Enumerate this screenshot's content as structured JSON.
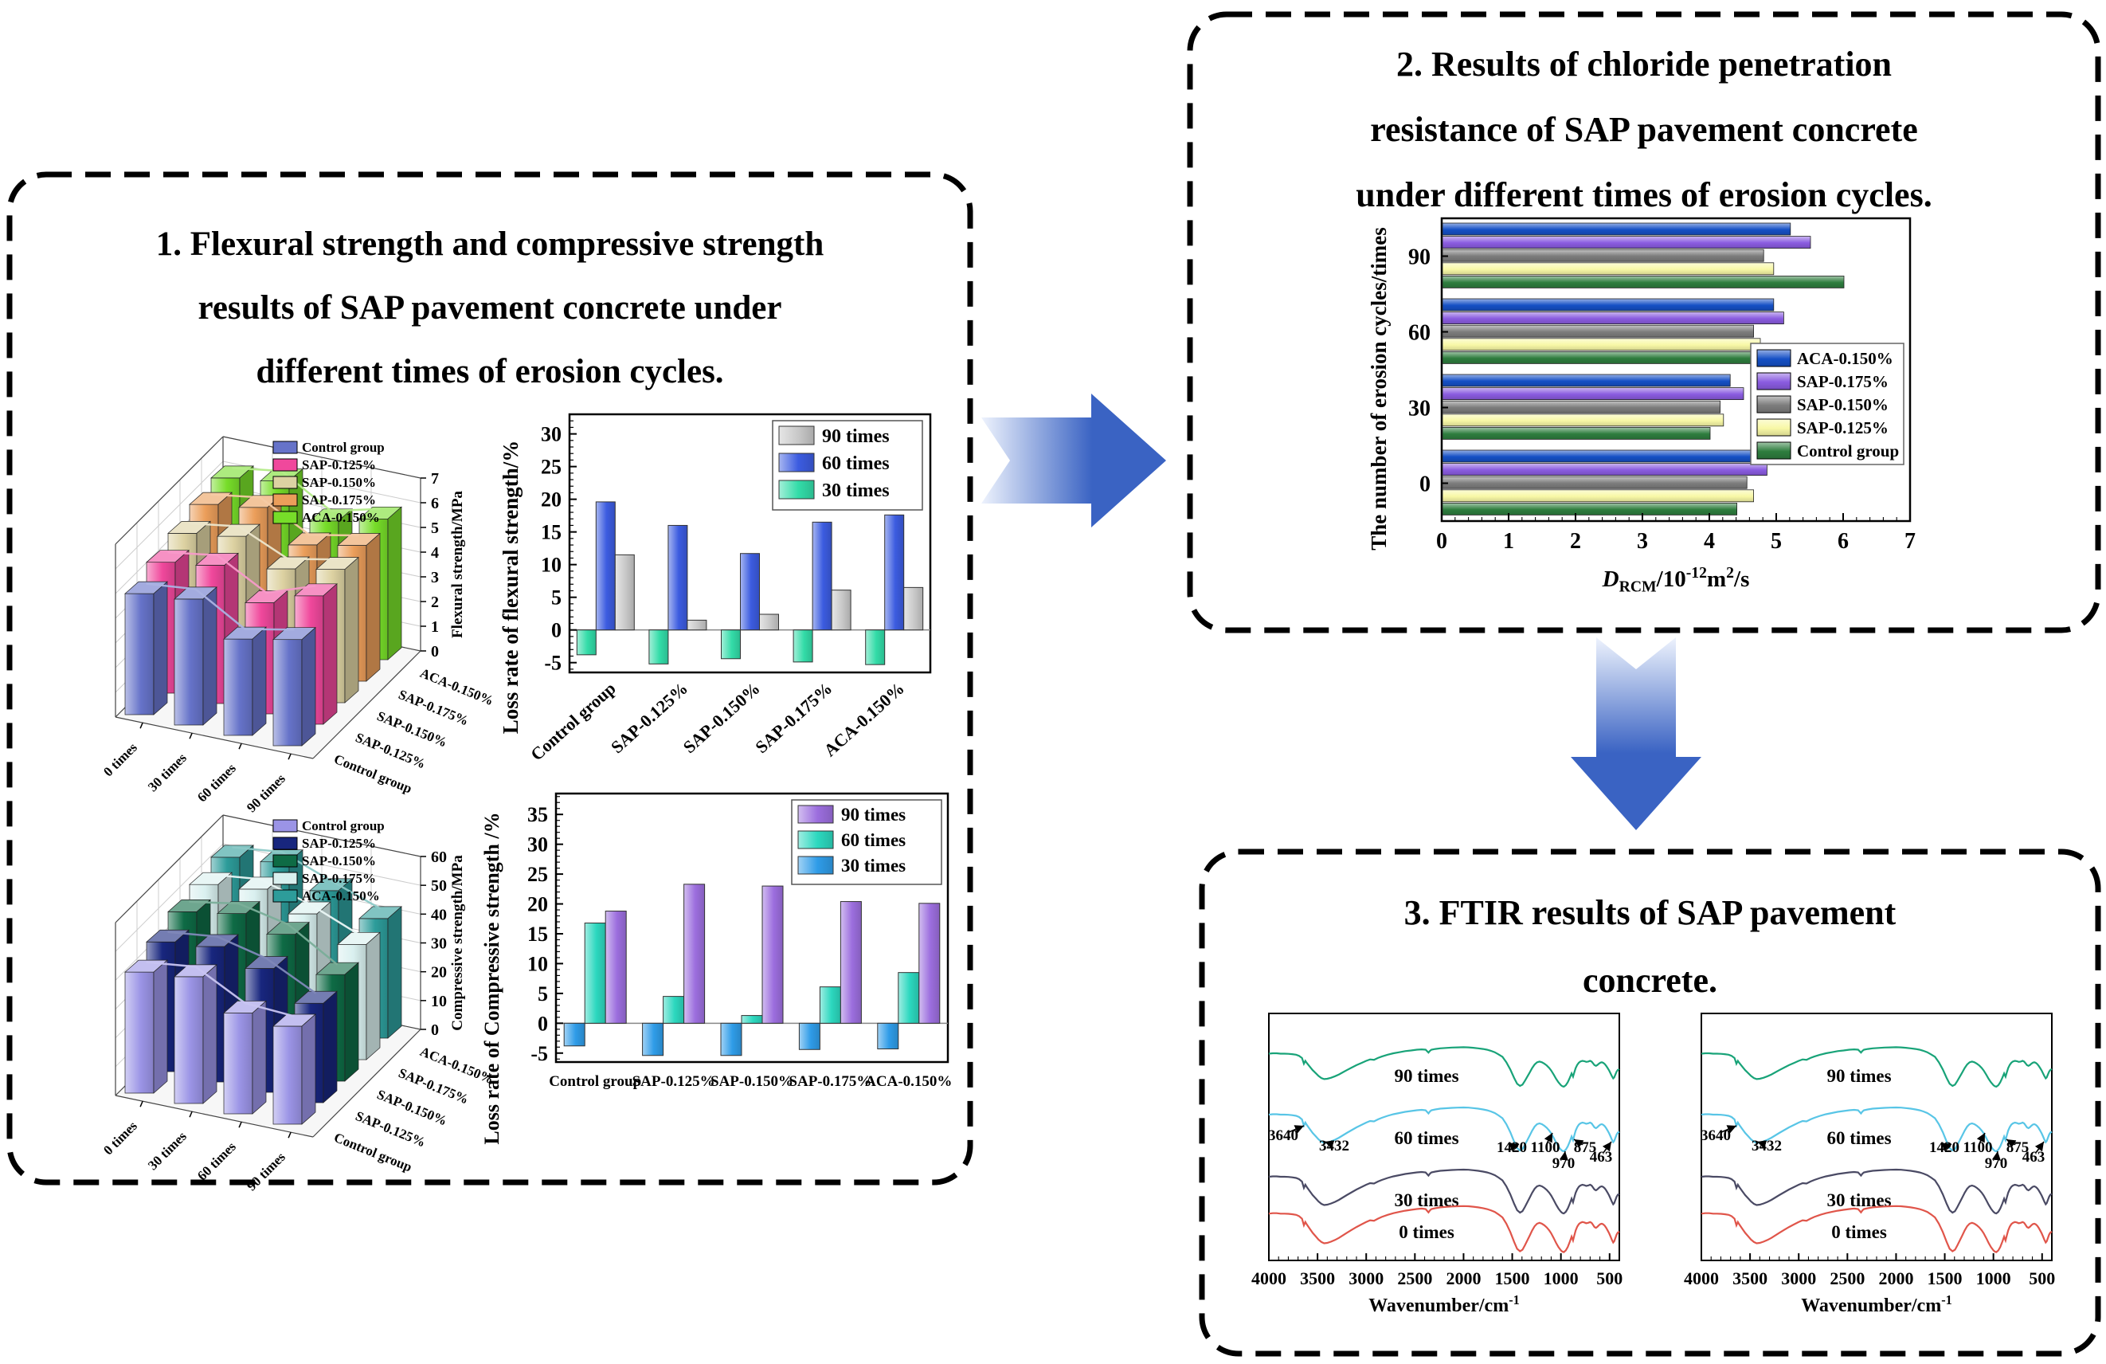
{
  "panel1": {
    "title_lines": [
      "1. Flexural strength and compressive strength",
      "results of SAP pavement concrete under",
      "different times of erosion cycles."
    ]
  },
  "panel2": {
    "title_lines": [
      "2. Results of chloride penetration",
      "resistance of SAP pavement concrete",
      "under different times of erosion cycles."
    ]
  },
  "panel3": {
    "title_lines": [
      "3. FTIR results of SAP pavement",
      "concrete."
    ]
  },
  "arrows": {
    "gradient_from": "#eef3fd",
    "gradient_to": "#3a63c3"
  },
  "chart_data": [
    {
      "id": "flex3d",
      "type": "bar3d",
      "zlabel": "Flexural strength/MPa",
      "zmax": 7,
      "zstep": 1,
      "x_categories": [
        "0 times",
        "30 times",
        "60 times",
        "90 times"
      ],
      "series": [
        {
          "label": "Control group",
          "color": "#6673c9",
          "values": [
            4.9,
            5.1,
            3.9,
            4.3
          ]
        },
        {
          "label": "SAP-0.125%",
          "color": "#f0489c",
          "values": [
            5.3,
            5.6,
            4.5,
            5.2
          ]
        },
        {
          "label": "SAP-0.150%",
          "color": "#ddd2a2",
          "values": [
            5.6,
            5.9,
            5.0,
            5.4
          ]
        },
        {
          "label": "SAP-0.175%",
          "color": "#eb9e5a",
          "values": [
            5.9,
            6.2,
            5.1,
            5.5
          ]
        },
        {
          "label": "ACA-0.150%",
          "color": "#77dd29",
          "values": [
            6.1,
            6.4,
            5.2,
            5.7
          ]
        }
      ]
    },
    {
      "id": "flexloss",
      "type": "bar",
      "ylabel": "Loss rate of flexural strength/%",
      "ymin": -6.5,
      "ymax": 33,
      "ytick_min": -5,
      "ytick_max": 30,
      "ytick_step": 5,
      "categories": [
        "Control group",
        "SAP-0.125%",
        "SAP-0.150%",
        "SAP-0.175%",
        "ACA-0.150%"
      ],
      "series": [
        {
          "label": "30 times",
          "color": "#33dca8",
          "values": [
            -3.8,
            -5.2,
            -4.4,
            -4.9,
            -5.3
          ]
        },
        {
          "label": "60 times",
          "color": "#3c5ce0",
          "values": [
            19.6,
            16.0,
            11.7,
            16.5,
            17.6
          ]
        },
        {
          "label": "90 times",
          "color": "#c8c8c8",
          "values": [
            11.5,
            1.5,
            2.4,
            6.1,
            6.5
          ]
        }
      ],
      "legend_order": [
        2,
        1,
        0
      ],
      "rotated_xlabels": true
    },
    {
      "id": "comp3d",
      "type": "bar3d",
      "zlabel": "Compressive strength/MPa",
      "zmax": 60,
      "zstep": 10,
      "x_categories": [
        "0 times",
        "30 times",
        "60 times",
        "90 times"
      ],
      "series": [
        {
          "label": "Control group",
          "color": "#9b94e6",
          "values": [
            42,
            44,
            35,
            34
          ]
        },
        {
          "label": "SAP-0.125%",
          "color": "#18267e",
          "values": [
            45,
            47,
            43,
            34.5
          ]
        },
        {
          "label": "SAP-0.150%",
          "color": "#0e6b45",
          "values": [
            48,
            51,
            47.4,
            37
          ]
        },
        {
          "label": "SAP-0.175%",
          "color": "#d9f0ef",
          "values": [
            50,
            52,
            47,
            40
          ]
        },
        {
          "label": "ACA-0.150%",
          "color": "#2d9c9a",
          "values": [
            52,
            54,
            47.6,
            41.5
          ]
        }
      ]
    },
    {
      "id": "comploss",
      "type": "bar",
      "ylabel": "Loss rate of Compressive strength /%",
      "ymin": -6.5,
      "ymax": 38.5,
      "ytick_min": -5,
      "ytick_max": 35,
      "ytick_step": 5,
      "categories": [
        "Control group",
        "SAP-0.125%",
        "SAP-0.150%",
        "SAP-0.175%",
        "ACA-0.150%"
      ],
      "series": [
        {
          "label": "30 times",
          "color": "#2f9ce8",
          "values": [
            -3.8,
            -5.4,
            -5.4,
            -4.4,
            -4.3
          ]
        },
        {
          "label": "60 times",
          "color": "#2cd8bf",
          "values": [
            16.8,
            4.5,
            1.3,
            6.1,
            8.5
          ]
        },
        {
          "label": "90 times",
          "color": "#9c6ede",
          "values": [
            18.8,
            23.3,
            23.0,
            20.4,
            20.1
          ]
        }
      ],
      "legend_order": [
        2,
        1,
        0
      ],
      "rotated_xlabels": false
    },
    {
      "id": "chloride",
      "type": "barh",
      "ylabel": "The number of erosion cycles/times",
      "xlabel_parts": [
        {
          "t": "D",
          "italic": true
        },
        {
          "t": "RCM",
          "sub": true
        },
        {
          "t": "/10"
        },
        {
          "t": "-12",
          "sup": true
        },
        {
          "t": "m"
        },
        {
          "t": "2",
          "sup": true
        },
        {
          "t": "/s"
        }
      ],
      "xmax": 7,
      "xtick_step": 1,
      "groups": [
        "0",
        "30",
        "60",
        "90"
      ],
      "series": [
        {
          "label": "ACA-0.150%",
          "color": "#1550c5",
          "values": [
            4.7,
            4.3,
            4.95,
            5.2
          ]
        },
        {
          "label": "SAP-0.175%",
          "color": "#8a5ce0",
          "values": [
            4.85,
            4.5,
            5.1,
            5.5
          ]
        },
        {
          "label": "SAP-0.150%",
          "color": "#7d7d7d",
          "values": [
            4.55,
            4.15,
            4.65,
            4.8
          ]
        },
        {
          "label": "SAP-0.125%",
          "color": "#f8f8a6",
          "values": [
            4.65,
            4.2,
            4.75,
            4.95
          ]
        },
        {
          "label": "Control group",
          "color": "#2e7d3e",
          "values": [
            4.4,
            4.0,
            4.8,
            6.0
          ]
        }
      ]
    },
    {
      "id": "ftir",
      "type": "line",
      "xlabel_parts": [
        {
          "t": "Wavenumber/cm"
        },
        {
          "t": "-1",
          "sup": true
        }
      ],
      "xticks": [
        4000,
        3500,
        3000,
        2500,
        2000,
        1500,
        1000,
        500
      ],
      "xmin": 400,
      "xmax": 4000,
      "x_reversed": true,
      "curves": [
        {
          "label": "90 times",
          "color": "#18a378"
        },
        {
          "label": "60 times",
          "color": "#58c5e6"
        },
        {
          "label": "30 times",
          "color": "#4a4a64"
        },
        {
          "label": "0 times",
          "color": "#e0554a"
        }
      ],
      "annotations": [
        "3640",
        "3432",
        "1420",
        "1100",
        "970",
        "875",
        "463"
      ],
      "profile": [
        [
          4000,
          0.9
        ],
        [
          3960,
          0.905
        ],
        [
          3920,
          0.905
        ],
        [
          3880,
          0.9
        ],
        [
          3840,
          0.9
        ],
        [
          3800,
          0.898
        ],
        [
          3760,
          0.893
        ],
        [
          3720,
          0.885
        ],
        [
          3690,
          0.87
        ],
        [
          3660,
          0.84
        ],
        [
          3640,
          0.76
        ],
        [
          3625,
          0.8
        ],
        [
          3610,
          0.77
        ],
        [
          3580,
          0.72
        ],
        [
          3550,
          0.67
        ],
        [
          3520,
          0.63
        ],
        [
          3490,
          0.59
        ],
        [
          3460,
          0.56
        ],
        [
          3432,
          0.545
        ],
        [
          3400,
          0.55
        ],
        [
          3360,
          0.565
        ],
        [
          3320,
          0.585
        ],
        [
          3280,
          0.61
        ],
        [
          3240,
          0.64
        ],
        [
          3200,
          0.67
        ],
        [
          3150,
          0.705
        ],
        [
          3100,
          0.74
        ],
        [
          3050,
          0.77
        ],
        [
          3000,
          0.8
        ],
        [
          2960,
          0.82
        ],
        [
          2920,
          0.815
        ],
        [
          2880,
          0.84
        ],
        [
          2840,
          0.86
        ],
        [
          2780,
          0.885
        ],
        [
          2720,
          0.905
        ],
        [
          2660,
          0.92
        ],
        [
          2600,
          0.935
        ],
        [
          2540,
          0.945
        ],
        [
          2480,
          0.955
        ],
        [
          2430,
          0.96
        ],
        [
          2390,
          0.955
        ],
        [
          2360,
          0.915
        ],
        [
          2345,
          0.94
        ],
        [
          2330,
          0.955
        ],
        [
          2290,
          0.965
        ],
        [
          2240,
          0.975
        ],
        [
          2180,
          0.98
        ],
        [
          2120,
          0.985
        ],
        [
          2060,
          0.988
        ],
        [
          2000,
          0.99
        ],
        [
          1950,
          0.988
        ],
        [
          1900,
          0.982
        ],
        [
          1850,
          0.975
        ],
        [
          1800,
          0.965
        ],
        [
          1760,
          0.955
        ],
        [
          1720,
          0.94
        ],
        [
          1680,
          0.92
        ],
        [
          1640,
          0.89
        ],
        [
          1600,
          0.855
        ],
        [
          1560,
          0.78
        ],
        [
          1520,
          0.68
        ],
        [
          1480,
          0.56
        ],
        [
          1450,
          0.48
        ],
        [
          1420,
          0.45
        ],
        [
          1395,
          0.468
        ],
        [
          1370,
          0.52
        ],
        [
          1345,
          0.58
        ],
        [
          1320,
          0.64
        ],
        [
          1295,
          0.7
        ],
        [
          1270,
          0.75
        ],
        [
          1245,
          0.78
        ],
        [
          1220,
          0.79
        ],
        [
          1195,
          0.78
        ],
        [
          1170,
          0.76
        ],
        [
          1145,
          0.735
        ],
        [
          1120,
          0.7
        ],
        [
          1100,
          0.665
        ],
        [
          1075,
          0.61
        ],
        [
          1050,
          0.55
        ],
        [
          1025,
          0.5
        ],
        [
          1000,
          0.46
        ],
        [
          985,
          0.445
        ],
        [
          970,
          0.44
        ],
        [
          950,
          0.46
        ],
        [
          930,
          0.5
        ],
        [
          910,
          0.56
        ],
        [
          890,
          0.625
        ],
        [
          875,
          0.58
        ],
        [
          862,
          0.64
        ],
        [
          848,
          0.7
        ],
        [
          832,
          0.745
        ],
        [
          816,
          0.775
        ],
        [
          800,
          0.79
        ],
        [
          780,
          0.8
        ],
        [
          760,
          0.795
        ],
        [
          740,
          0.785
        ],
        [
          720,
          0.79
        ],
        [
          700,
          0.8
        ],
        [
          685,
          0.79
        ],
        [
          670,
          0.765
        ],
        [
          655,
          0.74
        ],
        [
          640,
          0.73
        ],
        [
          625,
          0.742
        ],
        [
          610,
          0.76
        ],
        [
          595,
          0.775
        ],
        [
          580,
          0.78
        ],
        [
          565,
          0.772
        ],
        [
          550,
          0.755
        ],
        [
          535,
          0.73
        ],
        [
          520,
          0.7
        ],
        [
          505,
          0.665
        ],
        [
          490,
          0.625
        ],
        [
          478,
          0.59
        ],
        [
          463,
          0.555
        ],
        [
          452,
          0.57
        ],
        [
          440,
          0.61
        ],
        [
          428,
          0.65
        ],
        [
          415,
          0.675
        ],
        [
          400,
          0.685
        ]
      ]
    }
  ]
}
